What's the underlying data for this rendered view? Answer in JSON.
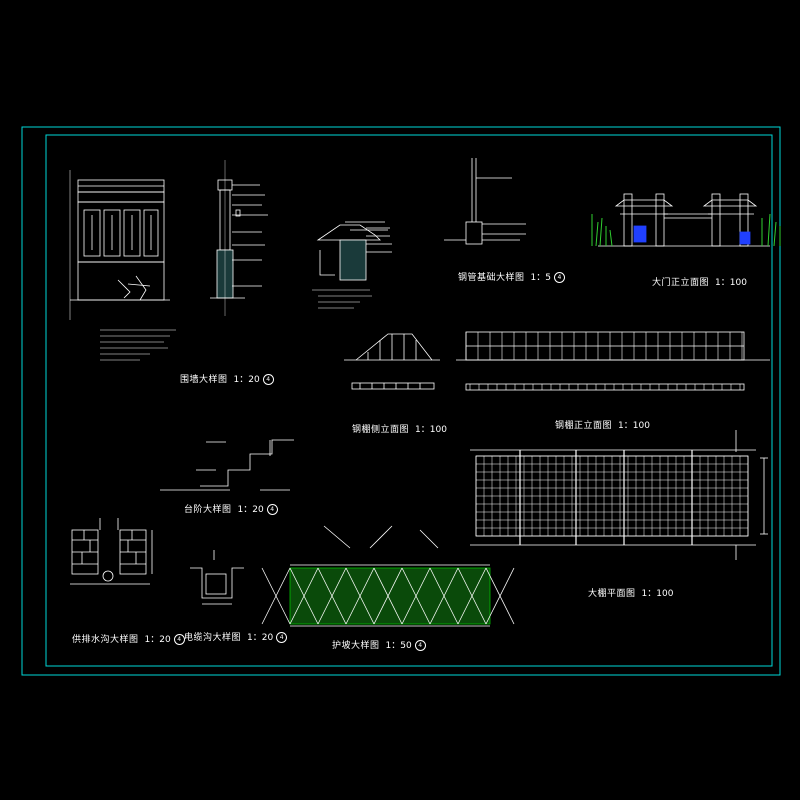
{
  "drawing": {
    "frame_color": "#00d8d8",
    "line_color": "#ffffff",
    "hatch_color": "#00c000",
    "tree_color": "#30d030",
    "door_color": "#2040ff",
    "background": "#000000"
  },
  "labels": [
    {
      "id": "wall-detail",
      "text": "围墙大样图",
      "scale": "1：20",
      "mark": "4"
    },
    {
      "id": "steel-pipe-foundation",
      "text": "钢管基础大样图",
      "scale": "1：5",
      "mark": "4"
    },
    {
      "id": "gate-front-elevation",
      "text": "大门正立面图",
      "scale": "1：100",
      "mark": ""
    },
    {
      "id": "shed-side-elevation",
      "text": "钢棚侧立面图",
      "scale": "1：100",
      "mark": ""
    },
    {
      "id": "shed-front-elevation",
      "text": "钢棚正立面图",
      "scale": "1：100",
      "mark": ""
    },
    {
      "id": "step-detail",
      "text": "台阶大样图",
      "scale": "1：20",
      "mark": "4"
    },
    {
      "id": "shed-plan",
      "text": "大棚平面图",
      "scale": "1：100",
      "mark": ""
    },
    {
      "id": "drain-detail",
      "text": "供排水沟大样图",
      "scale": "1：20",
      "mark": "4"
    },
    {
      "id": "cable-trench-detail",
      "text": "电缆沟大样图",
      "scale": "1：20",
      "mark": "4"
    },
    {
      "id": "slope-protection-detail",
      "text": "护坡大样图",
      "scale": "1：50",
      "mark": "4"
    }
  ]
}
